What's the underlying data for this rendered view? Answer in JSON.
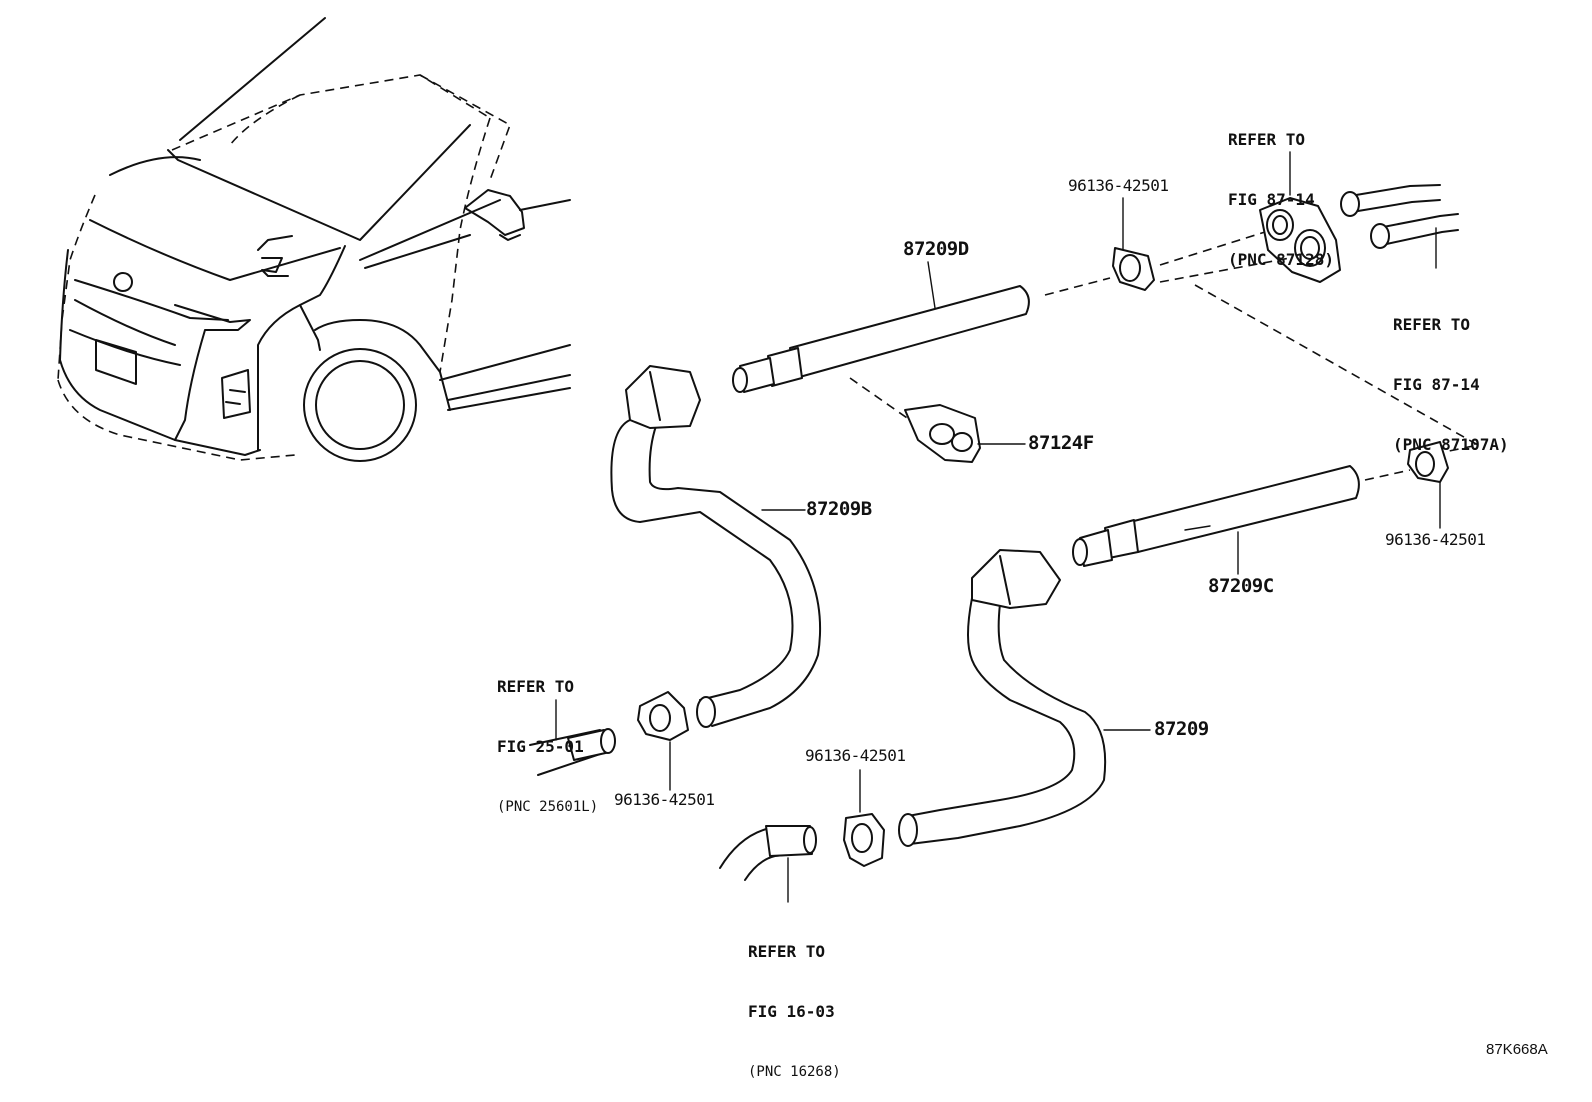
{
  "labels": {
    "p87209d": "87209D",
    "p87209b": "87209B",
    "p87124f": "87124F",
    "p87209c": "87209C",
    "p87209": "87209",
    "clip_top": "96136-42501",
    "clip_right": "96136-42501",
    "clip_left": "96136-42501",
    "clip_bottom": "96136-42501"
  },
  "references": {
    "fig_87_14_a": {
      "l1": "REFER TO",
      "l2": "FIG 87-14",
      "l3": "(PNC 87128)"
    },
    "fig_87_14_b": {
      "l1": "REFER TO",
      "l2": "FIG 87-14",
      "l3": "(PNC 87107A)"
    },
    "fig_25_01": {
      "l1": "REFER TO",
      "l2": "FIG 25-01",
      "l3": "(PNC 25601L)"
    },
    "fig_16_03": {
      "l1": "REFER TO",
      "l2": "FIG 16-03",
      "l3": "(PNC 16268)"
    }
  },
  "diagram_code": "87K668A"
}
